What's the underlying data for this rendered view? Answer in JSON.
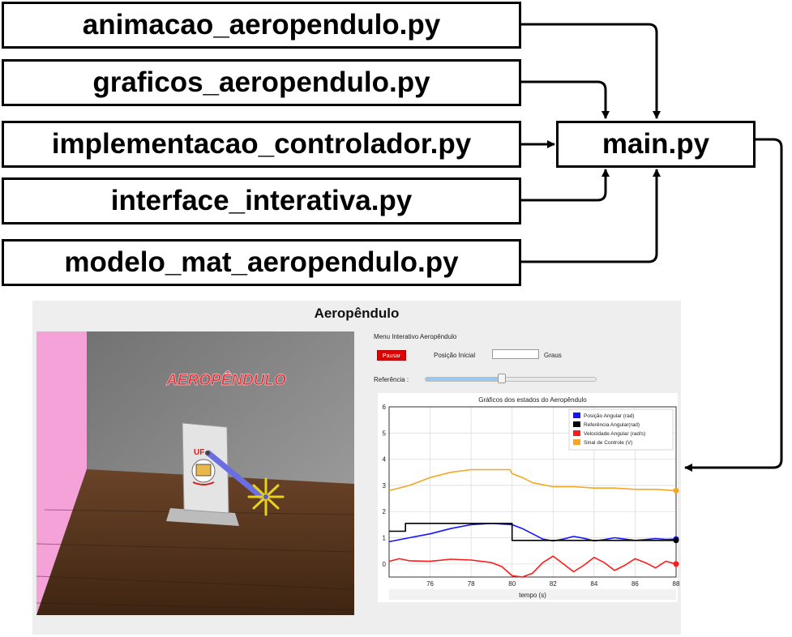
{
  "files": {
    "animacao": "animacao_aeropendulo.py",
    "graficos": "graficos_aeropendulo.py",
    "controlador": "implementacao_controlador.py",
    "interface": "interface_interativa.py",
    "modelo": "modelo_mat_aeropendulo.py",
    "main": "main.py"
  },
  "app": {
    "title": "Aeropêndulo",
    "scene_logo": "AEROPÊNDULO",
    "badge_text": "UF",
    "menu_title": "Menu Interativo Aeropêndulo",
    "pause_label": "Pausar",
    "initial_position_label": "Posição Inicial",
    "initial_position_unit": "Graus",
    "reference_label": "Referência :",
    "reference_slider_fraction": 0.45
  },
  "colors": {
    "position": "#1414ff",
    "reference": "#000000",
    "velocity": "#ff1a1a",
    "control": "#f5a623",
    "wall_pink": "#f5a2d8",
    "table": "#5a3820",
    "pause": "#e00000"
  },
  "chart_data": {
    "type": "line",
    "title": "Gráficos dos estados do Aeropêndulo",
    "xlabel": "tempo (s)",
    "ylabel": "",
    "xlim": [
      74,
      88
    ],
    "ylim": [
      -0.5,
      6
    ],
    "xticks": [
      76,
      78,
      80,
      82,
      84,
      86,
      88
    ],
    "yticks": [
      0,
      1,
      2,
      3,
      4,
      5,
      6
    ],
    "grid": true,
    "legend": "top-right",
    "series": [
      {
        "name": "Posição Angular (rad)",
        "color": "#1414ff",
        "x": [
          74,
          75,
          76,
          77,
          78,
          79,
          80,
          80.5,
          81,
          81.5,
          82,
          82.5,
          83,
          83.5,
          84,
          84.5,
          85,
          85.5,
          86,
          86.5,
          87,
          87.5,
          88
        ],
        "y": [
          0.85,
          1.0,
          1.15,
          1.35,
          1.5,
          1.55,
          1.5,
          1.35,
          1.15,
          0.95,
          0.88,
          0.95,
          1.05,
          0.98,
          0.88,
          0.93,
          1.0,
          0.95,
          0.9,
          0.93,
          0.97,
          0.94,
          0.95
        ]
      },
      {
        "name": "Referência Angular(rad)",
        "color": "#000000",
        "x": [
          74,
          74.8,
          74.8,
          80,
          80,
          88
        ],
        "y": [
          1.25,
          1.25,
          1.55,
          1.55,
          0.9,
          0.9
        ]
      },
      {
        "name": "Velocidade Angular (rad/s)",
        "color": "#ff1a1a",
        "x": [
          74,
          74.5,
          75,
          76,
          77,
          78,
          79,
          79.5,
          80,
          80.5,
          81,
          81.5,
          82,
          82.5,
          83,
          83.5,
          84,
          84.5,
          85,
          85.5,
          86,
          86.5,
          87,
          87.5,
          88
        ],
        "y": [
          0.1,
          0.2,
          0.12,
          0.1,
          0.18,
          0.15,
          0.05,
          -0.1,
          -0.45,
          -0.5,
          -0.35,
          0.05,
          0.3,
          0.0,
          -0.3,
          -0.05,
          0.25,
          0.05,
          -0.25,
          -0.05,
          0.2,
          0.05,
          -0.15,
          0.1,
          0.0
        ]
      },
      {
        "name": "Sinal de Controle (V)",
        "color": "#f5a623",
        "x": [
          74,
          75,
          76,
          77,
          78,
          79,
          79.9,
          80,
          80.5,
          81,
          82,
          83,
          84,
          85,
          86,
          87,
          88
        ],
        "y": [
          2.8,
          3.0,
          3.3,
          3.5,
          3.6,
          3.6,
          3.6,
          3.45,
          3.3,
          3.1,
          2.95,
          2.95,
          2.9,
          2.9,
          2.85,
          2.85,
          2.8
        ]
      }
    ]
  }
}
